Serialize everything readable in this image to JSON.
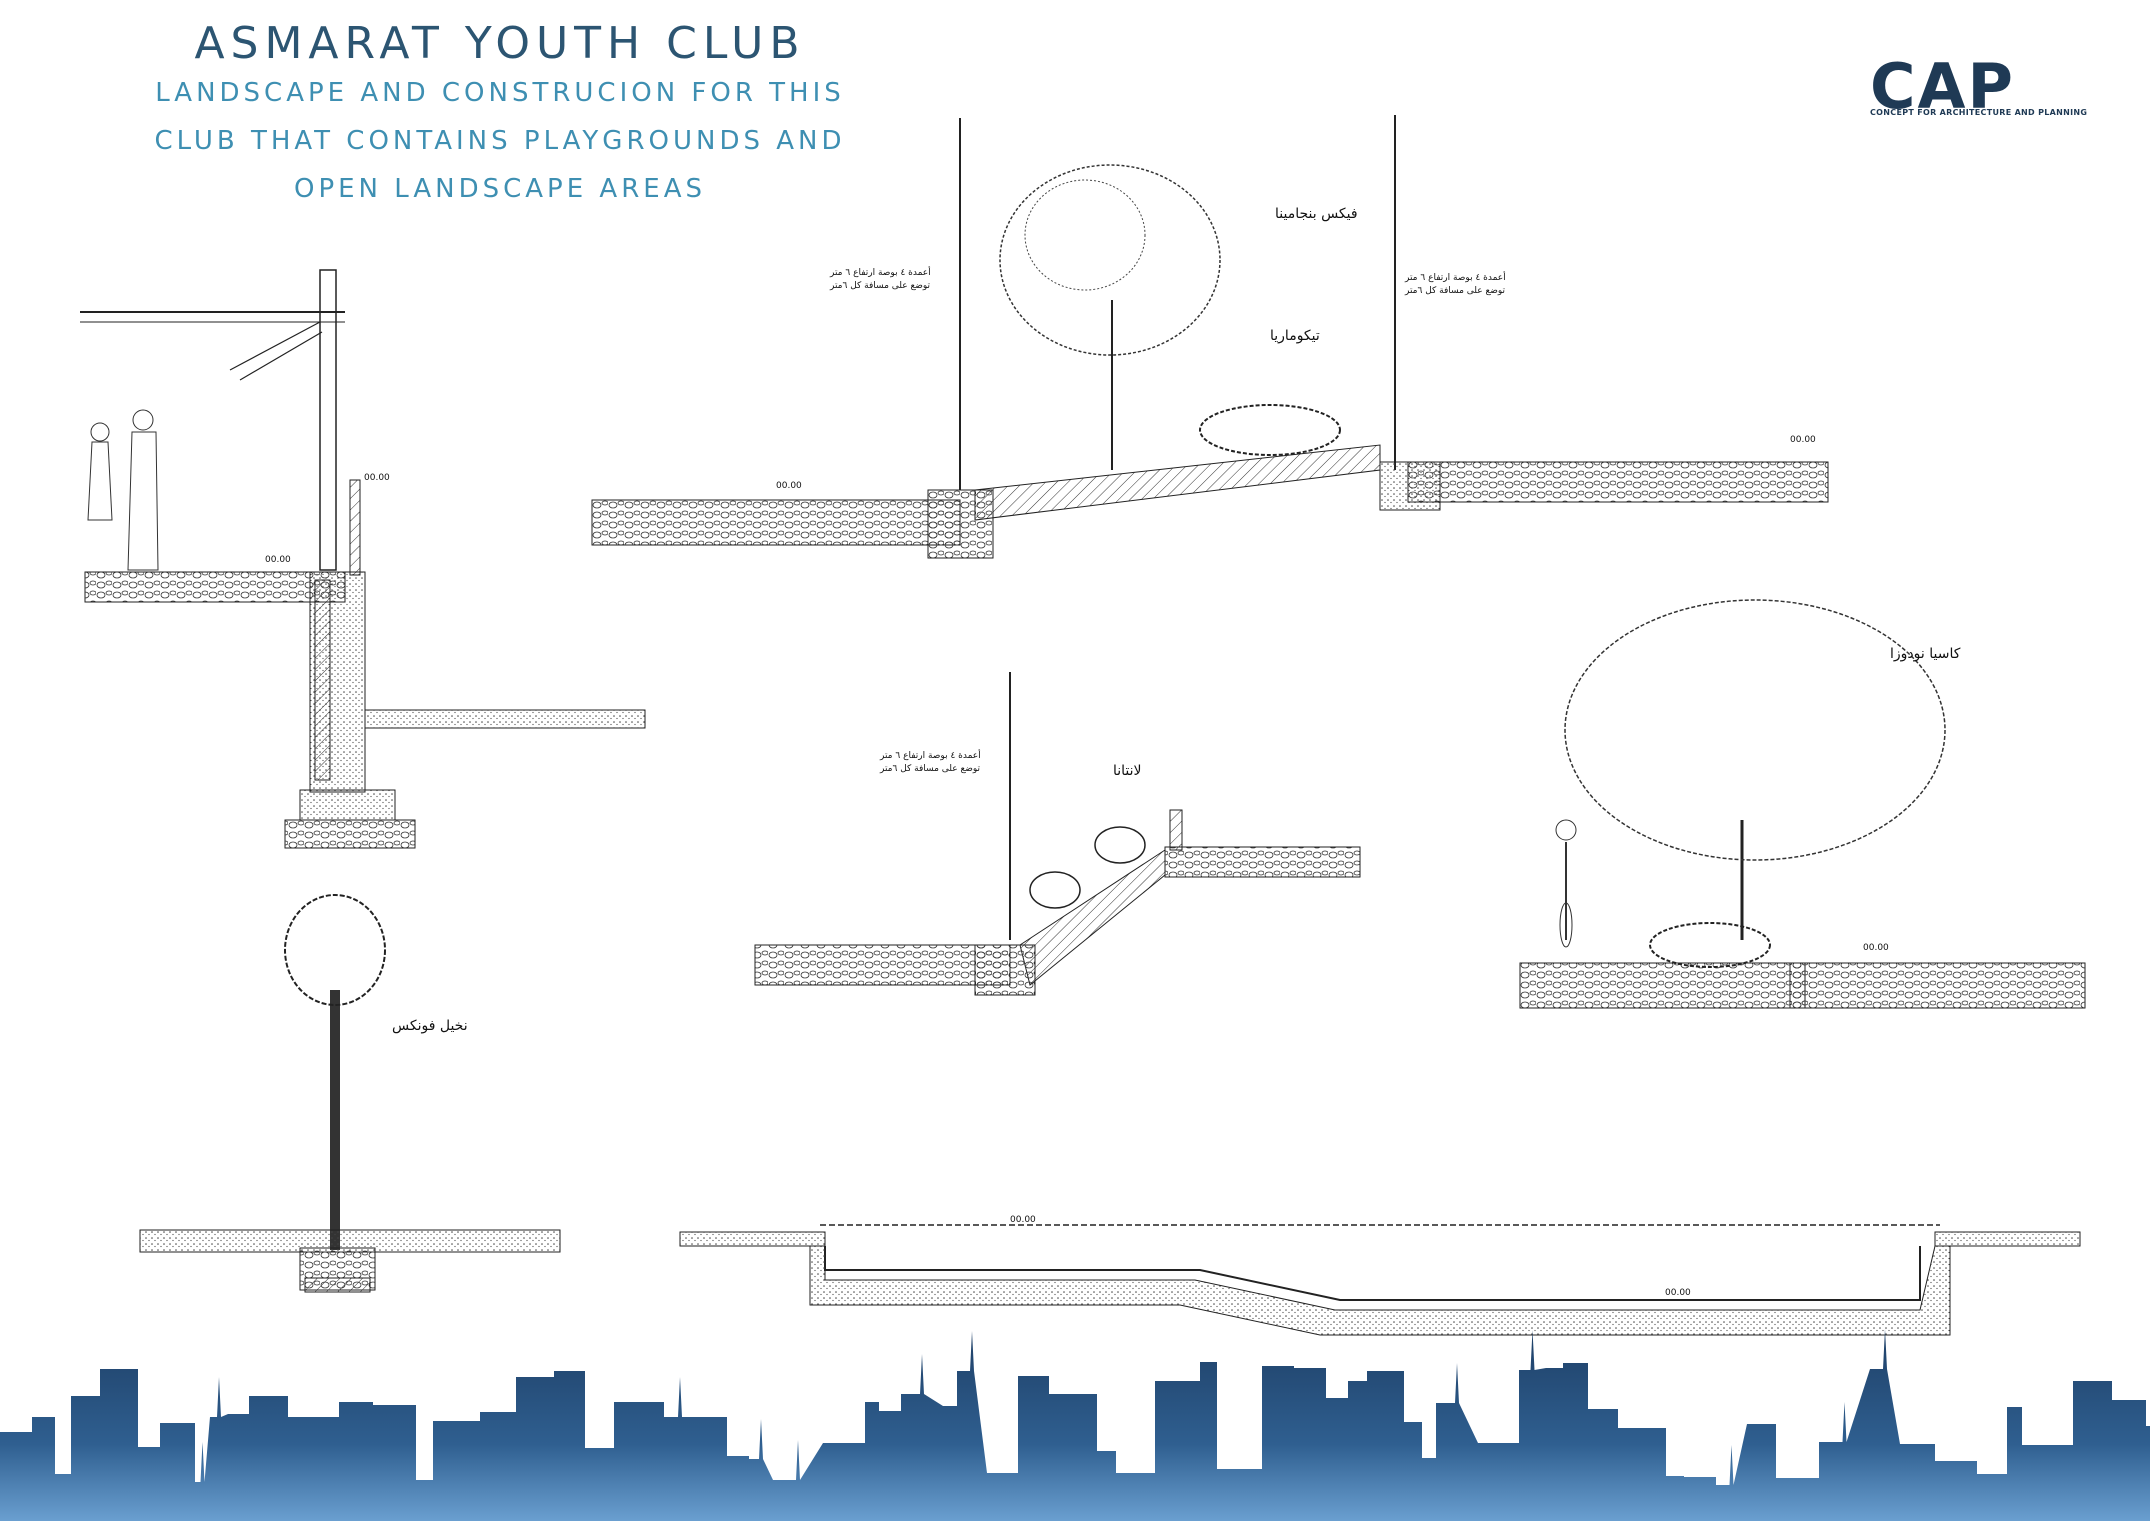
{
  "header": {
    "title": "ASMARAT YOUTH CLUB",
    "subtitle_line1": "LANDSCAPE AND CONSTRUCION FOR THIS",
    "subtitle_line2": "CLUB THAT CONTAINS PLAYGROUNDS AND",
    "subtitle_line3": "OPEN LANDSCAPE AREAS"
  },
  "logo": {
    "mark": "CAP",
    "tagline": "CONCEPT FOR ARCHITECTURE AND PLANNING",
    "color": "#1f3a55"
  },
  "plant_labels": {
    "ficus": "فيكس بنجامينا",
    "tecomaria": "تيكوماريا",
    "lantana": "لانتانا",
    "cassia": "كاسيا نودوزا",
    "phoenix": "نخيل فونكس"
  },
  "pole_labels": {
    "pole_a_line1": "أعمدة ٤ بوصة ارتفاع ٦ متر",
    "pole_a_line2": "توضع على مسافة كل ٦متر",
    "pole_b_line1": "أعمدة ٤ بوصة ارتفاع ٦ متر",
    "pole_b_line2": "توضع على مسافة كل ٦متر",
    "pole_c_line1": "أعمدة ٤ بوصة ارتفاع ٦ متر",
    "pole_c_line2": "توضع على مسافة كل ٦متر"
  },
  "levels": {
    "zero": "00.00"
  },
  "colors": {
    "title": "#2c5572",
    "subtitle": "#3e8fb2",
    "skyline_dark": "#1e3f66",
    "skyline_light": "#6a9fd0"
  }
}
